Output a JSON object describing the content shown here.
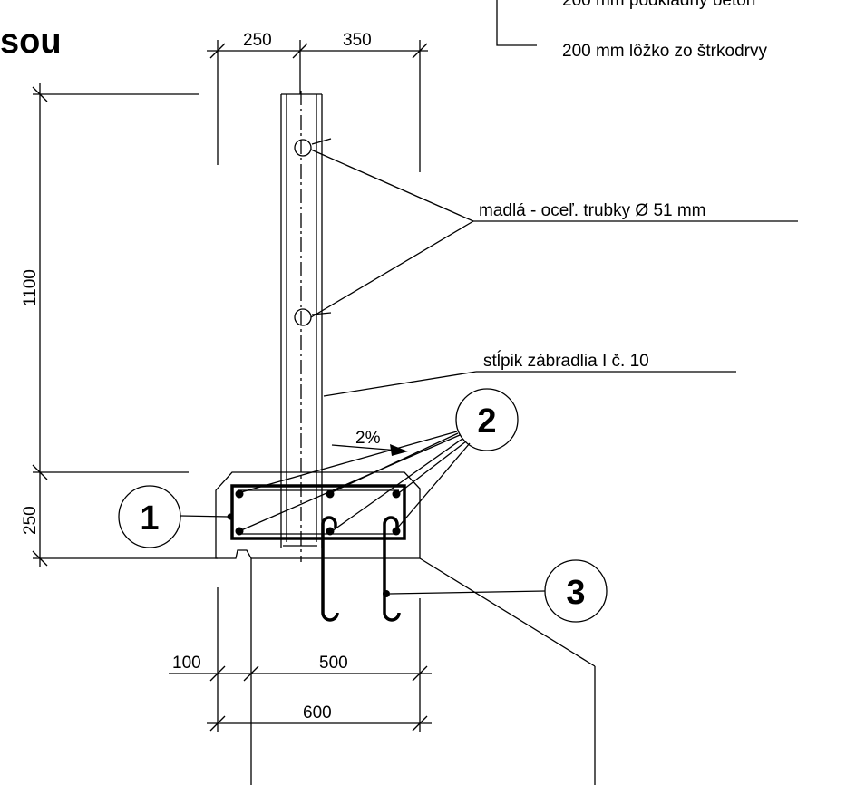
{
  "header": {
    "title_fragment": "sou",
    "legend_line_1": "200 mm  podkladný betón",
    "legend_line_2": "200 mm lôžko zo štrkodrvy"
  },
  "dimensions": {
    "top_left": "250",
    "top_right": "350",
    "height_rail": "1100",
    "height_base": "250",
    "bottom_left": "100",
    "bottom_mid": "500",
    "bottom_total": "600"
  },
  "labels": {
    "handrail": "madlá - oceľ. trubky Ø 51 mm",
    "post": "stĺpik zábradlia  I  č. 10",
    "slope": "2%"
  },
  "markers": [
    "1",
    "2",
    "3"
  ]
}
